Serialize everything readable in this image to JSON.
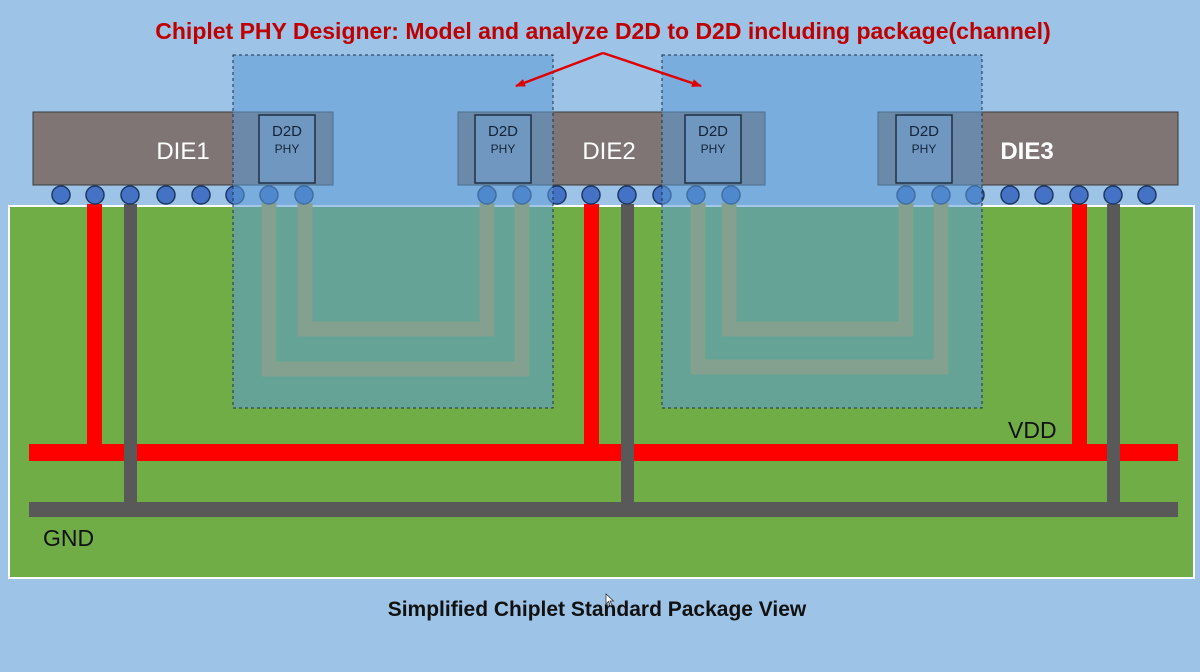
{
  "title": "Chiplet PHY Designer: Model and analyze D2D to D2D including package(channel)",
  "caption": "Simplified Chiplet Standard Package View",
  "dies": [
    {
      "label": "DIE1"
    },
    {
      "label": "DIE2"
    },
    {
      "label": "DIE3"
    }
  ],
  "phy_blocks": [
    {
      "line1": "D2D",
      "line2": "PHY"
    },
    {
      "line1": "D2D",
      "line2": "PHY"
    },
    {
      "line1": "D2D",
      "line2": "PHY"
    },
    {
      "line1": "D2D",
      "line2": "PHY"
    }
  ],
  "rails": {
    "vdd_label": "VDD",
    "gnd_label": "GND"
  },
  "colors": {
    "background": "#9dc3e6",
    "title_red": "#c00000",
    "die_fill": "#7f7575",
    "package_green": "#70ad47",
    "highlight_blue": "#5b9bd5",
    "channel_gold": "#b5a93a",
    "vdd_red": "#ff0000",
    "gnd_gray": "#595959",
    "bump_blue": "#4472c4"
  }
}
